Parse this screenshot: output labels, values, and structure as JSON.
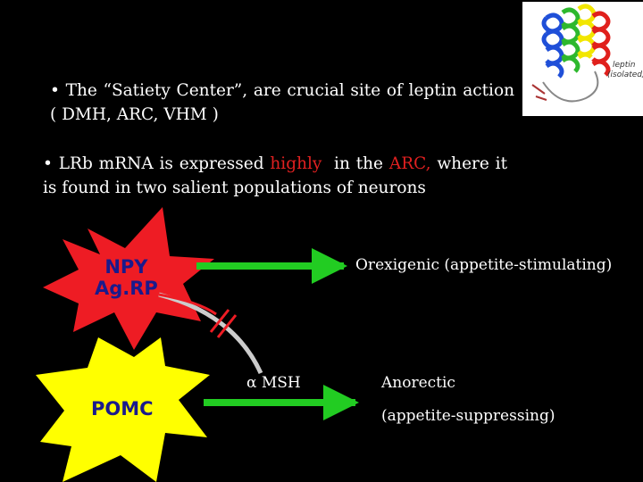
{
  "bullets": {
    "b1_marker": "•",
    "b1_text": "The “Satiety Center”, are crucial site of leptin action ( DMH, ARC, VHM )",
    "b2_marker": "•",
    "b2_pre": "LRb mRNA is expressed ",
    "b2_highlight1": "highly",
    "b2_mid": "  in the ",
    "b2_highlight2": "ARC,",
    "b2_post": " where it is found in two salient populations of neurons"
  },
  "leptin_image": {
    "label_line1": "leptin",
    "label_line2": "(isolated)"
  },
  "diagram": {
    "npy_line1": "NPY",
    "npy_line2": "Ag.RP",
    "pomc": "POMC",
    "orexigenic": "Orexigenic (appetite-stimulating)",
    "alpha_msh": "α MSH",
    "anorectic_line1": "Anorectic",
    "anorectic_line2": "(appetite-suppressing)"
  },
  "colors": {
    "background": "#000000",
    "npy_star": "#ee1c24",
    "npy_text": "#1a1a8c",
    "pomc_star": "#ffff00",
    "pomc_text": "#1a1a8c",
    "arrow": "#22cc22",
    "highlight": "#e02020"
  }
}
